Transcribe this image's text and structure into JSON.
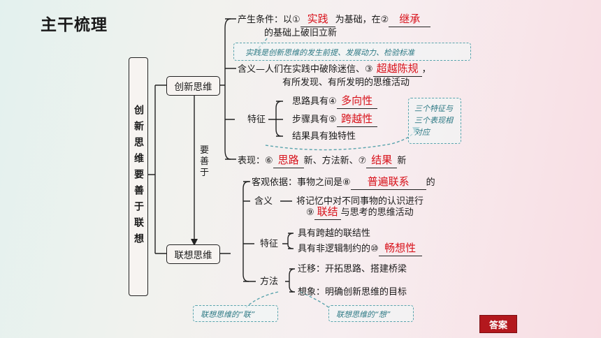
{
  "title": "主干梳理",
  "root": "创新思维要善于联想",
  "nodes": {
    "innovative": "创新思维",
    "association": "联想思维",
    "link": "要善于"
  },
  "innov": {
    "cond_prefix": "产生条件：以①",
    "cond_ans1": "实践",
    "cond_mid": "为基础，在②",
    "cond_ans2": "继承",
    "cond_line2": "的基础上破旧立新",
    "cond_note": "实践是创新思维的发生前提、发展动力、检验标准",
    "meaning_prefix": "含义—人们在实践中破除迷信、③",
    "meaning_ans": "超越陈规",
    "meaning_comma": "，",
    "meaning_line2": "有所发现、有所发明的思维活动",
    "feature_label": "特征",
    "f1_prefix": "思路具有④",
    "f1_ans": "多向性",
    "f2_prefix": "步骤具有⑤",
    "f2_ans": "跨越性",
    "f3": "结果具有独特性",
    "feature_note": "三个特征与三个表现相对应",
    "show_prefix": "表现：⑥",
    "show_ans1": "思路",
    "show_mid": "新、方法新、⑦",
    "show_ans2": "结果",
    "show_suffix": "新"
  },
  "assoc": {
    "basis_prefix": "客观依据：事物之间是⑧",
    "basis_ans": "普遍联系",
    "basis_suffix": "的",
    "meaning_label": "含义",
    "meaning_line1": "将记忆中对不同事物的认识进行",
    "meaning_num": "⑨",
    "meaning_ans": "联结",
    "meaning_line2": "与思考的思维活动",
    "feature_label": "特征",
    "f1": "具有跨越的联结性",
    "f2_prefix": "具有非逻辑制约的⑩",
    "f2_ans": "畅想性",
    "method_label": "方法",
    "m1": "迁移：开拓思路、搭建桥梁",
    "m2": "想象：明确创新思维的目标",
    "note1": "联想思维的“联”",
    "note2": "联想思维的“想”"
  },
  "answer_button": "答案",
  "colors": {
    "answer": "#d8121b",
    "note": "#5aa4ad",
    "button": "#b3181d"
  }
}
